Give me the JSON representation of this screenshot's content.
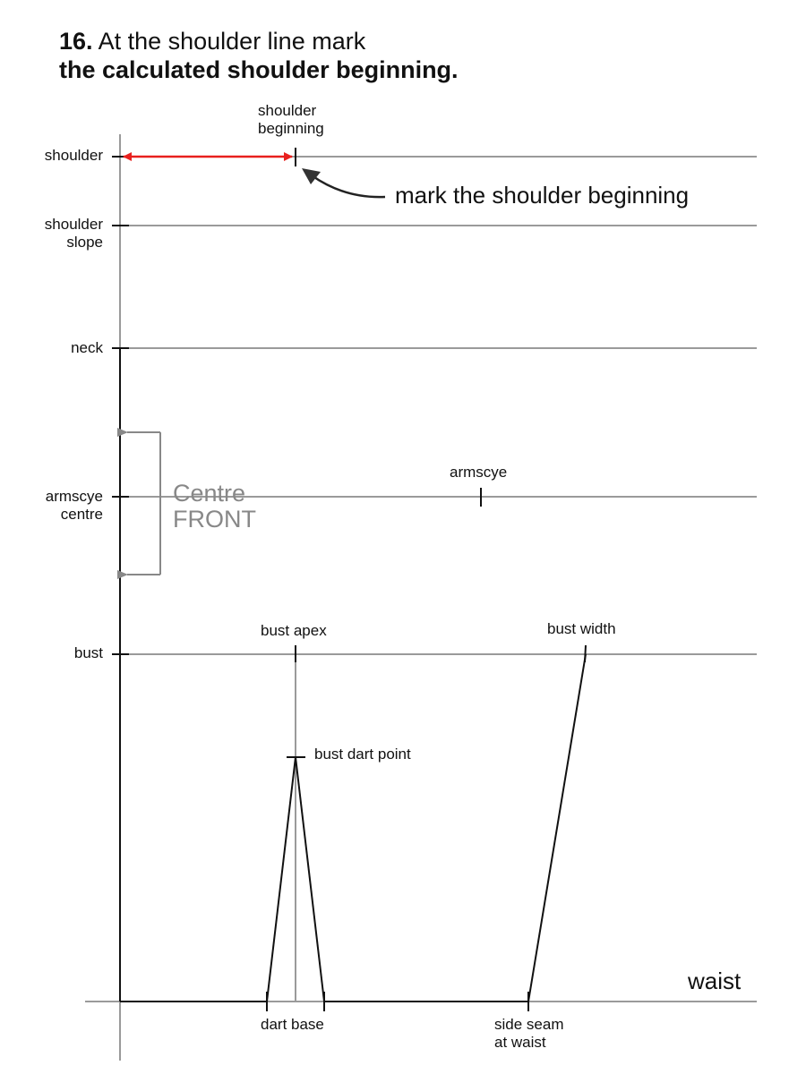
{
  "title": {
    "number": "16.",
    "line1": "At the shoulder line mark",
    "line2": "the calculated shoulder beginning."
  },
  "levels": {
    "shoulder": "shoulder",
    "shoulder_slope_1": "shoulder",
    "shoulder_slope_2": "slope",
    "neck": "neck",
    "armscye_centre_1": "armscye",
    "armscye_centre_2": "centre",
    "bust": "bust",
    "waist": "waist"
  },
  "points": {
    "shoulder_beginning_1": "shoulder",
    "shoulder_beginning_2": "beginning",
    "armscye": "armscye",
    "bust_apex": "bust apex",
    "bust_width": "bust width",
    "bust_dart_point": "bust dart point",
    "dart_base": "dart base",
    "side_seam_1": "side seam",
    "side_seam_2": "at waist"
  },
  "annotation": {
    "instruction": "mark the shoulder beginning"
  },
  "centre_front": {
    "line1": "Centre",
    "line2": "FRONT"
  },
  "colors": {
    "highlight": "#e8201e",
    "guide": "#9a9a9a",
    "ink": "#111111",
    "centre_front": "#888888"
  }
}
